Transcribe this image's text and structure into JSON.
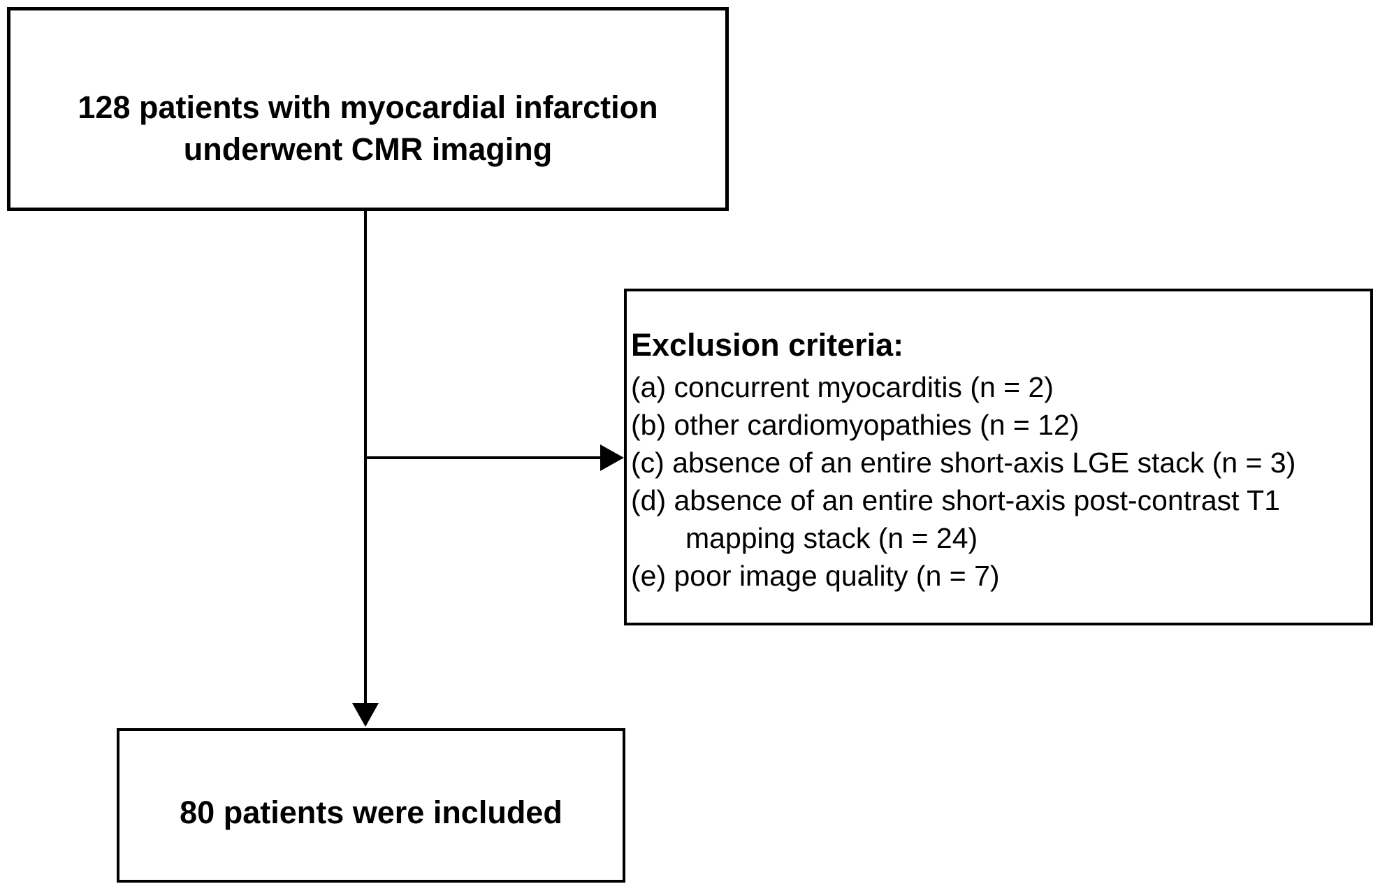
{
  "diagram_type": "patient-flow-flowchart",
  "colors": {
    "background": "#ffffff",
    "box_border": "#000000",
    "text": "#000000",
    "connector": "#000000"
  },
  "top_box": {
    "lines": [
      "128 patients with myocardial infarction",
      "underwent CMR imaging"
    ]
  },
  "exclusion_box": {
    "title": "Exclusion criteria:",
    "lines": [
      "(a) concurrent myocarditis (n = 2)",
      "(b) other cardiomyopathies (n = 12)",
      "(c) absence of an entire short-axis LGE stack (n = 3)",
      "(d) absence of an entire short-axis post-contrast T1",
      "mapping stack (n = 24)",
      "(e) poor image quality (n = 7)"
    ]
  },
  "bottom_box": {
    "text": "80 patients were included"
  }
}
